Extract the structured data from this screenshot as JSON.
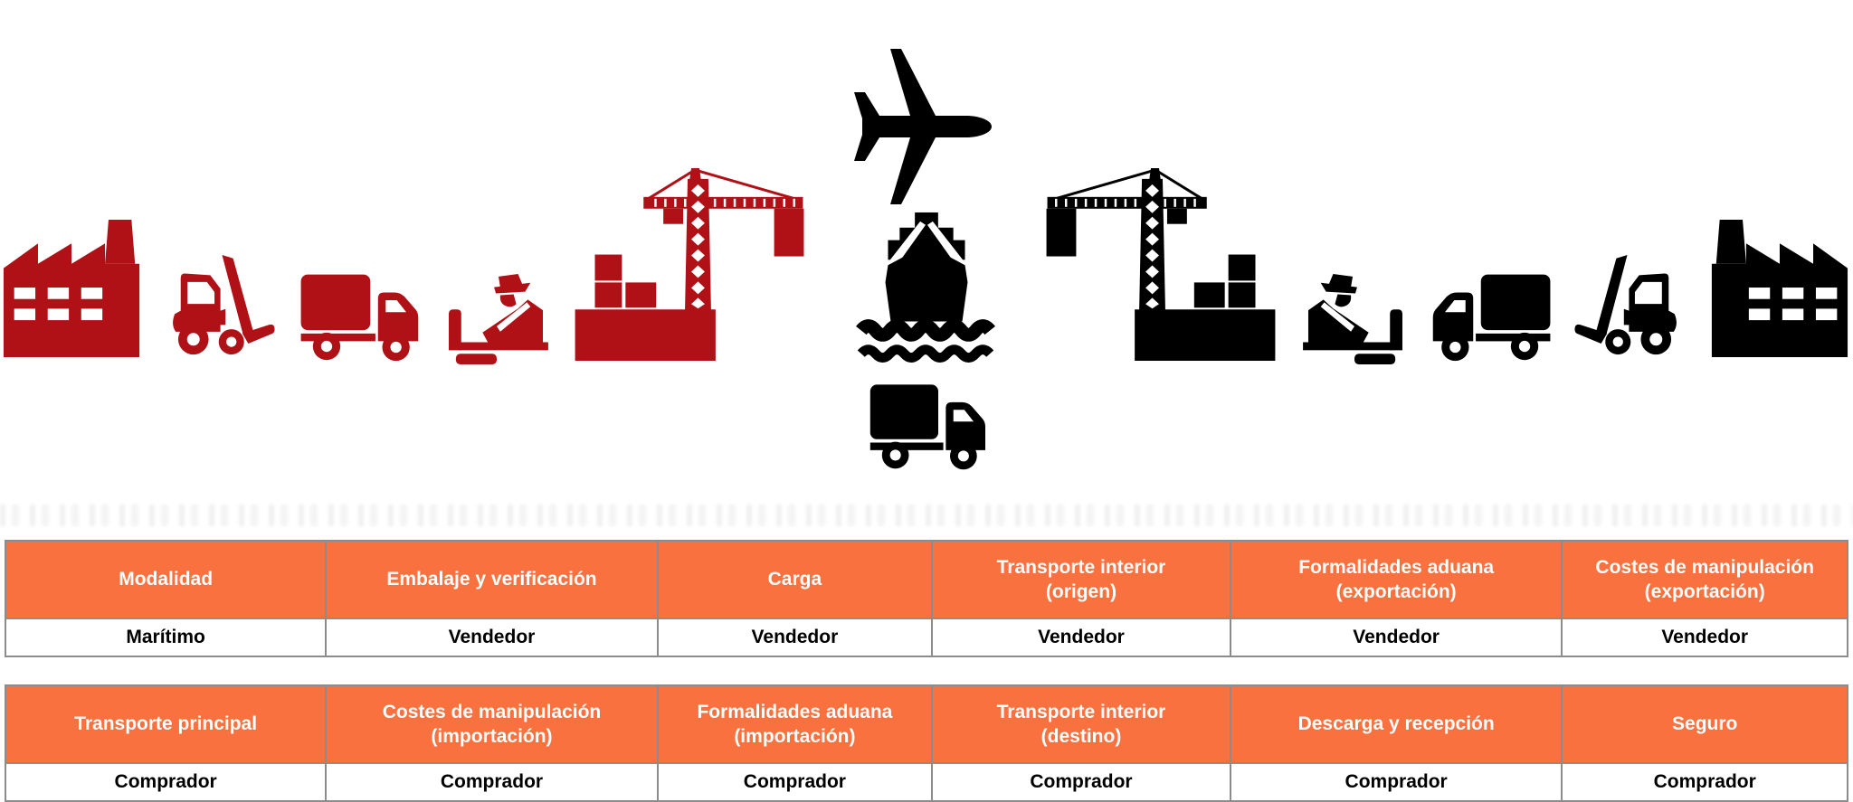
{
  "colors": {
    "seller_icon": "#b01116",
    "buyer_icon": "#000000",
    "header_bg": "#f8713f",
    "header_text": "#ffffff",
    "cell_text": "#000000",
    "table_border": "#8c8c8c",
    "page_bg": "#ffffff"
  },
  "icon_band": {
    "seller_chain_icons": [
      "factory-icon",
      "forklift-icon",
      "truck-icon",
      "customs-officer-icon",
      "harbor-crane-cargo-icon"
    ],
    "main_transport_icons": [
      "airplane-icon",
      "cargo-ship-icon",
      "delivery-truck-icon"
    ],
    "buyer_chain_icons": [
      "harbor-crane-cargo-icon",
      "customs-officer-icon",
      "truck-icon",
      "forklift-icon",
      "factory-icon"
    ]
  },
  "tables": [
    {
      "id": "seller",
      "columns": [
        {
          "header": "Modalidad",
          "value": "Marítimo"
        },
        {
          "header": "Embalaje y verificación",
          "value": "Vendedor"
        },
        {
          "header": "Carga",
          "value": "Vendedor"
        },
        {
          "header": "Transporte interior\n(origen)",
          "value": "Vendedor"
        },
        {
          "header": "Formalidades aduana\n(exportación)",
          "value": "Vendedor"
        },
        {
          "header": "Costes de manipulación\n(exportación)",
          "value": "Vendedor"
        }
      ]
    },
    {
      "id": "buyer",
      "columns": [
        {
          "header": "Transporte principal",
          "value": "Comprador"
        },
        {
          "header": "Costes de manipulación\n(importación)",
          "value": "Comprador"
        },
        {
          "header": "Formalidades aduana\n(importación)",
          "value": "Comprador"
        },
        {
          "header": "Transporte interior\n(destino)",
          "value": "Comprador"
        },
        {
          "header": "Descarga y recepción",
          "value": "Comprador"
        },
        {
          "header": "Seguro",
          "value": "Comprador"
        }
      ]
    }
  ]
}
